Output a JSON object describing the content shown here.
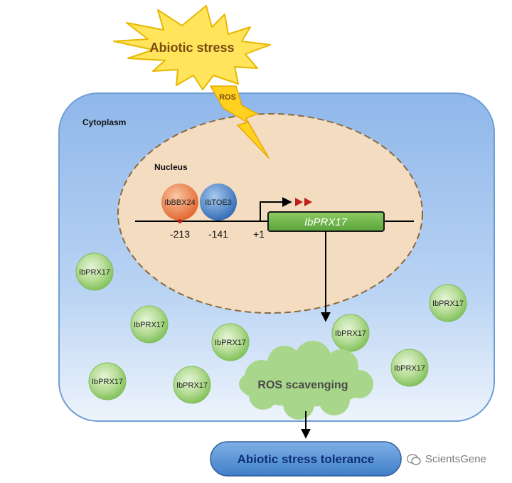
{
  "stress": {
    "label": "Abiotic stress",
    "ros": "ROS"
  },
  "compartments": {
    "cytoplasm": "Cytoplasm",
    "nucleus": "Nucleus"
  },
  "factors": [
    {
      "label": "IbBBX24",
      "color": "#e8733a"
    },
    {
      "label": "IbTOE3",
      "color": "#3d7cc0"
    }
  ],
  "positions": [
    "-213",
    "-141",
    "+1"
  ],
  "gene": {
    "label": "IbPRX17"
  },
  "proteins": {
    "label": "IbPRX17",
    "count": 8
  },
  "ros_scavenging": "ROS scavenging",
  "tolerance": "Abiotic stress tolerance",
  "watermark": "ScientsGene",
  "colors": {
    "cell_fill_top": "#9dc1ee",
    "cell_fill_bottom": "#e6f0fb",
    "cell_stroke": "#6f9fd6",
    "nucleus_fill": "#f3dcc0",
    "nucleus_stroke": "#8a6a3c",
    "star_fill": "#ffe45c",
    "star_stroke": "#e6b800",
    "stress_text": "#7a4a10",
    "gene_fill": "#6fb84b",
    "protein_fill": "#9ccf78",
    "cloud_fill": "#a8d68a",
    "tolerance_fill": "#5b95d5",
    "tolerance_text": "#0d2f7a",
    "arrowheads": "#c0201b"
  }
}
